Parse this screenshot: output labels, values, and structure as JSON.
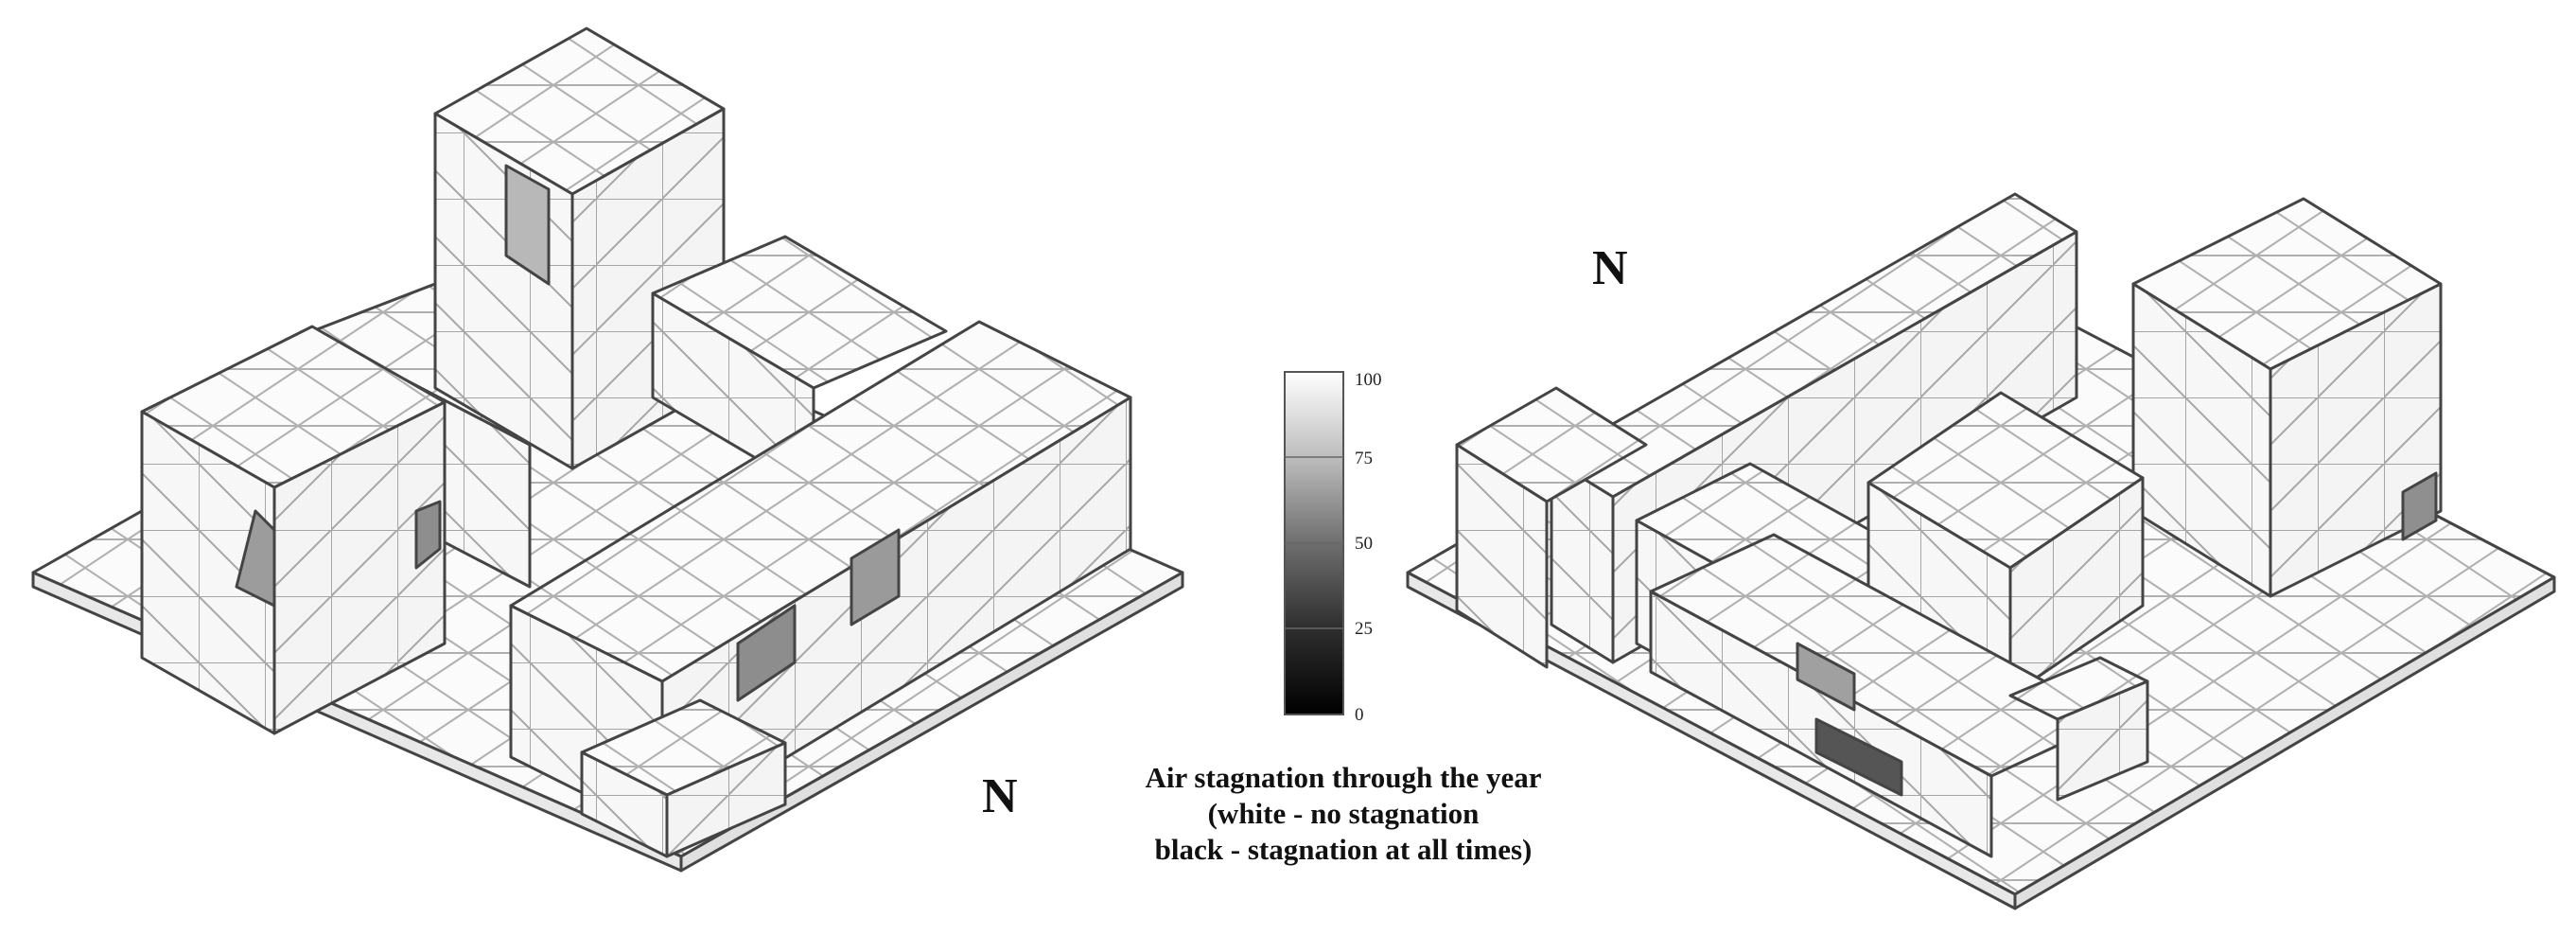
{
  "north_labels": {
    "left": "N",
    "right": "N"
  },
  "legend": {
    "ticks": [
      "100",
      "75",
      "50",
      "25",
      "0"
    ],
    "stops": [
      {
        "value": 100,
        "color": "#ffffff"
      },
      {
        "value": 75,
        "color": "#bdbdbd"
      },
      {
        "value": 50,
        "color": "#6e6e6e"
      },
      {
        "value": 25,
        "color": "#2e2e2e"
      },
      {
        "value": 0,
        "color": "#000000"
      }
    ]
  },
  "caption": {
    "line1": "Air stagnation through the year",
    "line2": "(white - no stagnation",
    "line3": "black - stagnation at all times)"
  },
  "colors": {
    "outline": "#444444",
    "mesh": "#9a9a9a",
    "face": "#f7f7f7"
  }
}
